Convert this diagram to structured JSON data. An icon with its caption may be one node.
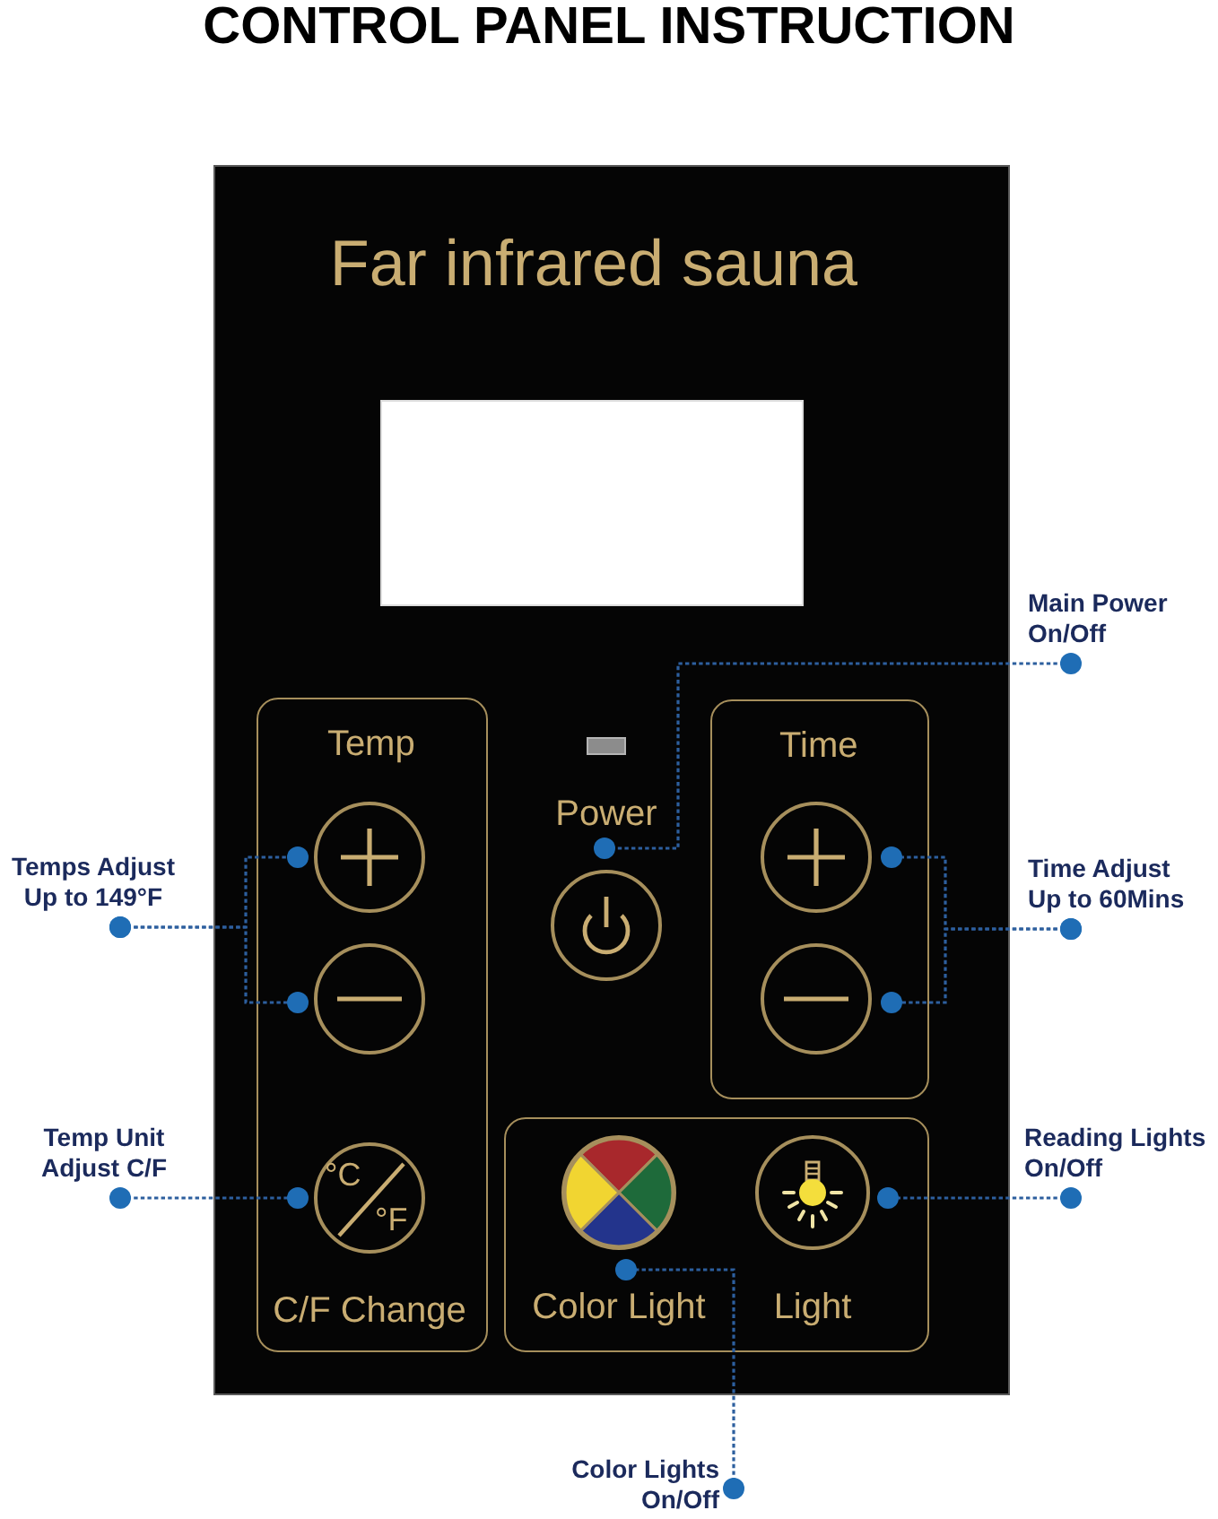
{
  "diagram": {
    "title": "CONTROL PANEL INSTRUCTION",
    "nodes": [
      {
        "text": [
          "Far infrared sauna"
        ]
      },
      {
        "text": [],
        "shape": "box",
        "in": 0
      },
      {
        "text": [
          "Temp"
        ],
        "in": 0
      },
      {
        "text": [],
        "shape": "circle",
        "in": 2
      },
      {
        "text": [],
        "shape": "circle",
        "in": 2
      },
      {
        "text": [
          "°C",
          "°F"
        ],
        "in": 2,
        "beside": [
          "C/F Change"
        ]
      },
      {
        "text": [],
        "shape": "circle",
        "in": 0,
        "beside": [
          "Power"
        ]
      },
      {
        "text": [
          "Time"
        ],
        "in": 0
      },
      {
        "text": [],
        "shape": "circle",
        "in": 7
      },
      {
        "text": [],
        "shape": "circle",
        "in": 7
      },
      {
        "text": [],
        "shape": "box",
        "in": 0
      },
      {
        "text": [],
        "shape": "circle",
        "in": 10,
        "beside": [
          "Color Light"
        ]
      },
      {
        "text": [],
        "shape": "circle",
        "in": 10,
        "beside": [
          "Light"
        ]
      },
      {
        "text": [
          "Main Power On/Off"
        ]
      },
      {
        "text": [
          "Temps Adjust Up to 149°F"
        ]
      },
      {
        "text": [
          "Time Adjust Up to 60Mins"
        ]
      },
      {
        "text": [
          "Temp Unit Adjust C/F"
        ]
      },
      {
        "text": [
          "Reading Lights On/Off"
        ]
      },
      {
        "text": [
          "Color Lights On/Off"
        ]
      }
    ],
    "edges": [
      {
        "from": 13,
        "to": 6,
        "arrow": "other",
        "style": "dashed"
      },
      {
        "from": 14,
        "to": 3,
        "arrow": "other",
        "style": "dashed"
      },
      {
        "from": 14,
        "to": 4,
        "arrow": "other",
        "style": "dashed"
      },
      {
        "from": 15,
        "to": 8,
        "arrow": "other",
        "style": "dashed"
      },
      {
        "from": 15,
        "to": 9,
        "arrow": "other",
        "style": "dashed"
      },
      {
        "from": 16,
        "to": 5,
        "arrow": "other",
        "style": "dashed"
      },
      {
        "from": 17,
        "to": 12,
        "arrow": "other",
        "style": "dashed"
      },
      {
        "from": 18,
        "to": 11,
        "arrow": "other",
        "style": "dashed"
      }
    ]
  }
}
